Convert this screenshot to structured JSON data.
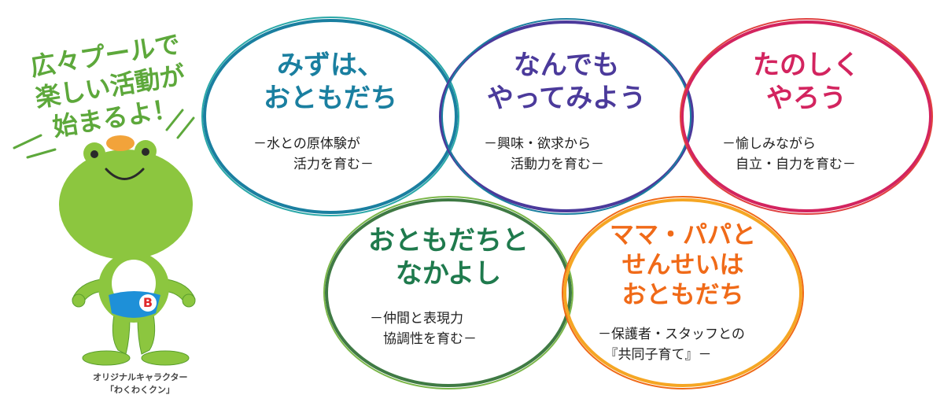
{
  "speech": "広々プールで\n楽しい活動が\n始まるよ！",
  "mascot": {
    "badge_letter": "B",
    "caption": "オリジナルキャラクター\n「わくわくクン」"
  },
  "circles": [
    {
      "title": "みずは、\nおともだち",
      "subtitle": "－水との原体験が\n　　　活力を育む－",
      "color": "#1a7fa0"
    },
    {
      "title": "なんでも\nやってみよう",
      "subtitle": "－興味・欲求から\n　　活動力を育む－",
      "color": "#4b3a9b"
    },
    {
      "title": "たのしく\nやろう",
      "subtitle": "－愉しみながら\n　自立・自力を育む－",
      "color": "#d3245f"
    },
    {
      "title": "おともだちと\nなかよし",
      "subtitle": "－仲間と表現力\n　協調性を育む－",
      "color": "#1f7a4d"
    },
    {
      "title": "ママ・パパと\nせんせいは\nおともだち",
      "subtitle": "－保護者・スタッフとの\n　『共同子育て』－",
      "color": "#f06a18"
    }
  ]
}
